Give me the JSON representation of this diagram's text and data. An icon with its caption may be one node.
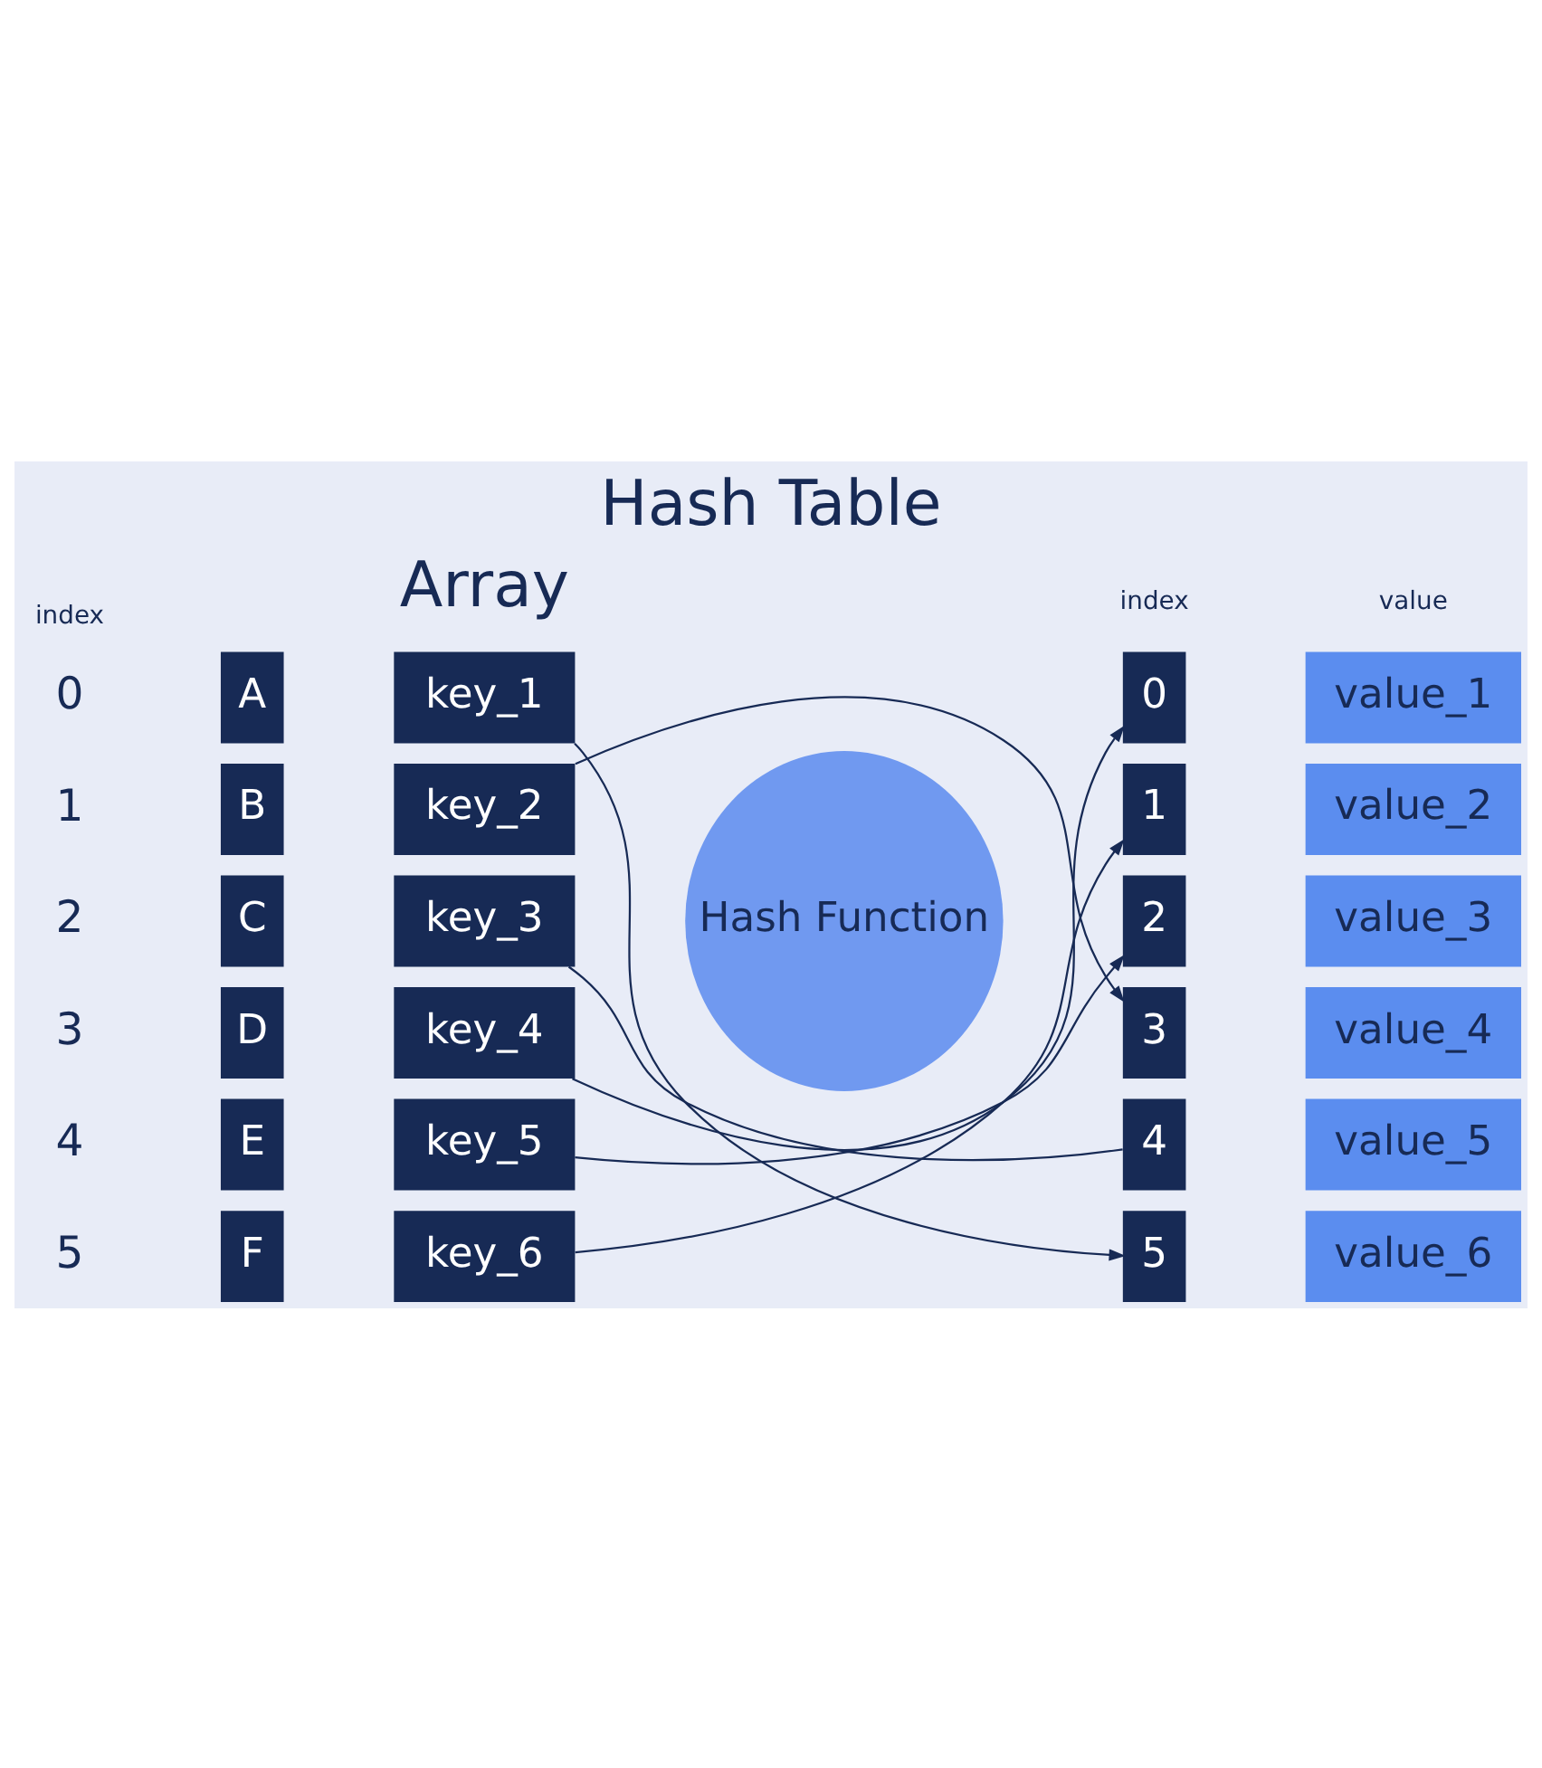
{
  "diagram": {
    "title": "Hash Table",
    "nodes": [
      {
        "text": [
          "A"
        ],
        "beside": [
          "0"
        ]
      },
      {
        "text": [
          "B"
        ],
        "beside": [
          "1"
        ]
      },
      {
        "text": [
          "C"
        ],
        "beside": [
          "2"
        ]
      },
      {
        "text": [
          "D"
        ],
        "beside": [
          "3"
        ]
      },
      {
        "text": [
          "E"
        ],
        "beside": [
          "4"
        ]
      },
      {
        "text": [
          "F"
        ],
        "beside": [
          "5"
        ]
      },
      {
        "text": [
          "key_1"
        ]
      },
      {
        "text": [
          "key_2"
        ]
      },
      {
        "text": [
          "key_3"
        ]
      },
      {
        "text": [
          "key_4"
        ]
      },
      {
        "text": [
          "key_5"
        ]
      },
      {
        "text": [
          "key_6"
        ]
      },
      {
        "text": [
          "Hash Function"
        ]
      },
      {
        "text": [
          "0"
        ]
      },
      {
        "text": [
          "1"
        ]
      },
      {
        "text": [
          "2"
        ]
      },
      {
        "text": [
          "3"
        ]
      },
      {
        "text": [
          "4"
        ]
      },
      {
        "text": [
          "5"
        ]
      },
      {
        "text": [
          "value_1"
        ]
      },
      {
        "text": [
          "value_2"
        ]
      },
      {
        "text": [
          "value_3"
        ]
      },
      {
        "text": [
          "value_4"
        ]
      },
      {
        "text": [
          "value_5"
        ]
      },
      {
        "text": [
          "value_6"
        ]
      }
    ],
    "edges": [
      {
        "from": 6,
        "to": 18,
        "arrow": "to"
      },
      {
        "from": 7,
        "to": 16,
        "arrow": "to"
      },
      {
        "from": 8,
        "to": 17,
        "arrow": "none"
      },
      {
        "from": 9,
        "to": 13,
        "arrow": "to"
      },
      {
        "from": 10,
        "to": 15,
        "arrow": "to"
      },
      {
        "from": 11,
        "to": 14,
        "arrow": "to"
      }
    ],
    "labels": [
      "Array",
      "index",
      "index",
      "value"
    ]
  }
}
